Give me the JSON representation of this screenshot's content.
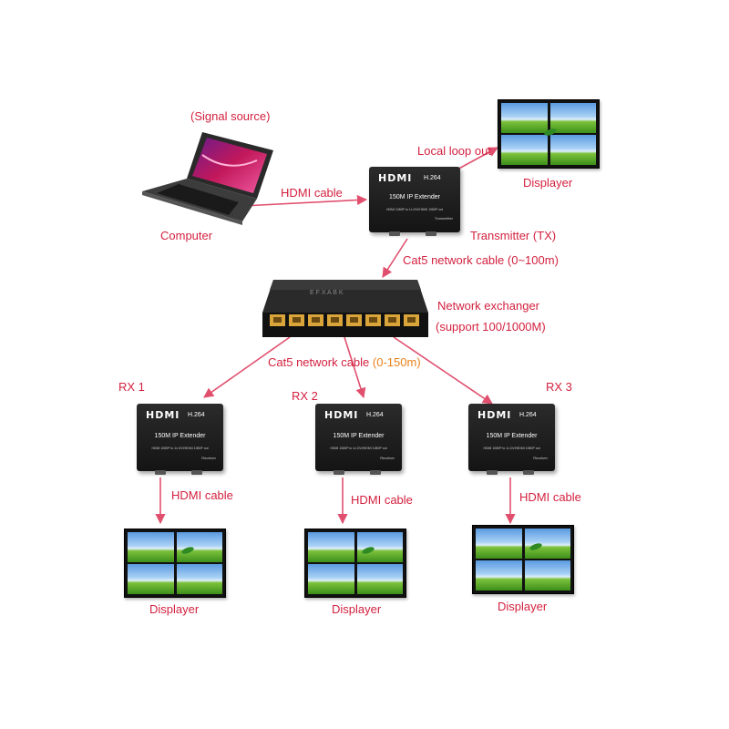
{
  "labels": {
    "signal_source": "(Signal source)",
    "computer": "Computer",
    "hdmi_cable_top": "HDMI cable",
    "local_loop_out": "Local loop out",
    "displayer_top": "Displayer",
    "transmitter": "Transmitter (TX)",
    "cat5_top": "Cat5 network cable (0~100m)",
    "network_exchanger": "Network exchanger",
    "network_support": "(support 100/1000M)",
    "cat5_bottom_prefix": "Cat5 network cable ",
    "cat5_bottom_range": "(0-150m)",
    "rx1": "RX 1",
    "rx2": "RX 2",
    "rx3": "RX 3",
    "hdmi_cable_rx1": "HDMI cable",
    "hdmi_cable_rx2": "HDMI cable",
    "hdmi_cable_rx3": "HDMI cable",
    "displayer_rx1": "Displayer",
    "displayer_rx2": "Displayer",
    "displayer_rx3": "Displayer"
  },
  "device": {
    "logo": "HDMI",
    "codec": "H.264",
    "model": "150M IP Extender",
    "spec": "HDMI 1080P to 1x DVI/HDMI 1080P out",
    "tx_role": "Transmitter",
    "rx_role": "Receiver"
  },
  "switch_panel_text": "E  F  X  A  B  K",
  "colors": {
    "arrow": "#e0506e",
    "label": "#d3213f",
    "range_highlight": "#e8821a",
    "device_body": "#1c1c1c",
    "switch_ports": "#d9a43a"
  }
}
